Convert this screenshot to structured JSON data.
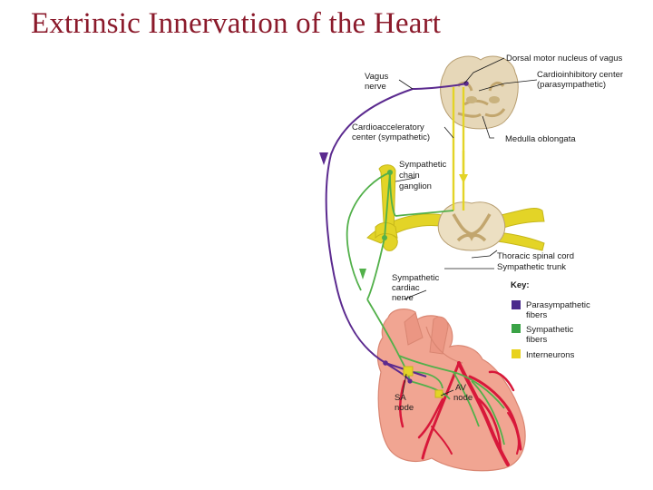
{
  "title": "Extrinsic Innervation of the Heart",
  "labels": {
    "dorsal_motor": "Dorsal motor nucleus of vagus",
    "vagus": [
      "Vagus",
      "nerve"
    ],
    "cardioinhibitory": [
      "Cardioinhibitory center",
      "(parasympathetic)"
    ],
    "cardioaccel": [
      "Cardioacceleratory",
      "center (sympathetic)"
    ],
    "medulla": "Medulla oblongata",
    "chain": [
      "Sympathetic",
      "chain",
      "ganglion"
    ],
    "thoracic": "Thoracic spinal cord",
    "trunk": "Sympathetic trunk",
    "cardiac_nerve": [
      "Sympathetic",
      "cardiac",
      "nerve"
    ],
    "sa_node": [
      "SA",
      "node"
    ],
    "av_node": [
      "AV",
      "node"
    ]
  },
  "key": {
    "title": "Key:",
    "items": [
      {
        "label": [
          "Parasympathetic",
          "fibers"
        ],
        "color": "#4a2a8c"
      },
      {
        "label": [
          "Sympathetic",
          "fibers"
        ],
        "color": "#3aa346"
      },
      {
        "label": [
          "Interneurons"
        ],
        "color": "#e8d21c"
      }
    ]
  },
  "colors": {
    "title": "#8b1a2b",
    "parasympathetic": "#5b2a8f",
    "sympathetic": "#52b04a",
    "interneuron": "#e3d427",
    "heart": "#f0a090",
    "vessel": "#d8183a",
    "cord": "#d9c9a8"
  }
}
